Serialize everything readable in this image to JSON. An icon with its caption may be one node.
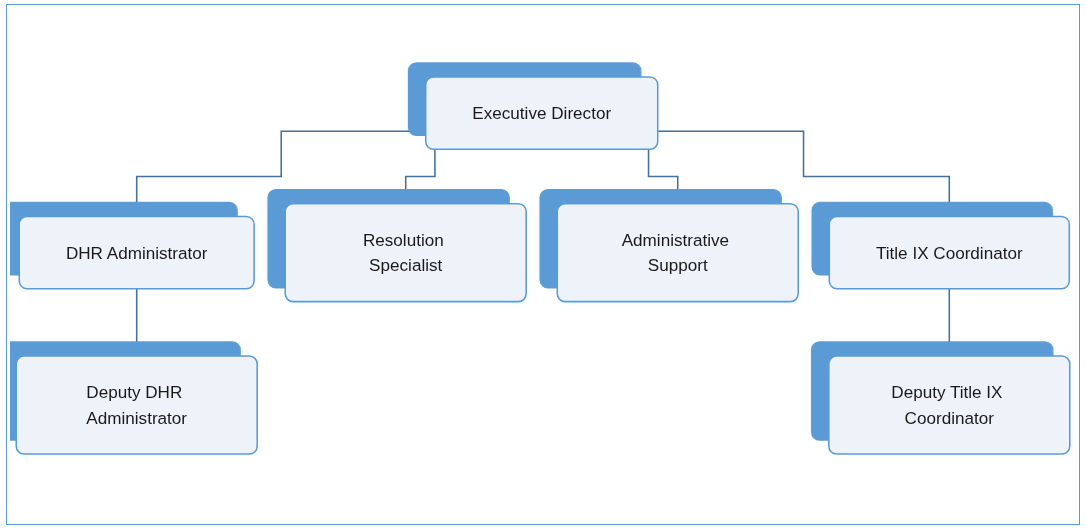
{
  "diagram": {
    "nodes": [
      {
        "text": [
          "Executive Director"
        ]
      },
      {
        "text": [
          "DHR Administrator"
        ]
      },
      {
        "text": [
          "Resolution Specialist"
        ]
      },
      {
        "text": [
          "Administrative Support"
        ]
      },
      {
        "text": [
          "Title IX Coordinator"
        ]
      },
      {
        "text": [
          "Deputy DHR Administrator"
        ]
      },
      {
        "text": [
          "Deputy Title IX Coordinator"
        ]
      }
    ],
    "edges": [
      {
        "from": 0,
        "to": 1,
        "arrow": "none"
      },
      {
        "from": 0,
        "to": 2,
        "arrow": "none"
      },
      {
        "from": 0,
        "to": 3,
        "arrow": "none"
      },
      {
        "from": 0,
        "to": 4,
        "arrow": "none"
      },
      {
        "from": 1,
        "to": 5,
        "arrow": "none"
      },
      {
        "from": 4,
        "to": 6,
        "arrow": "none"
      }
    ]
  }
}
